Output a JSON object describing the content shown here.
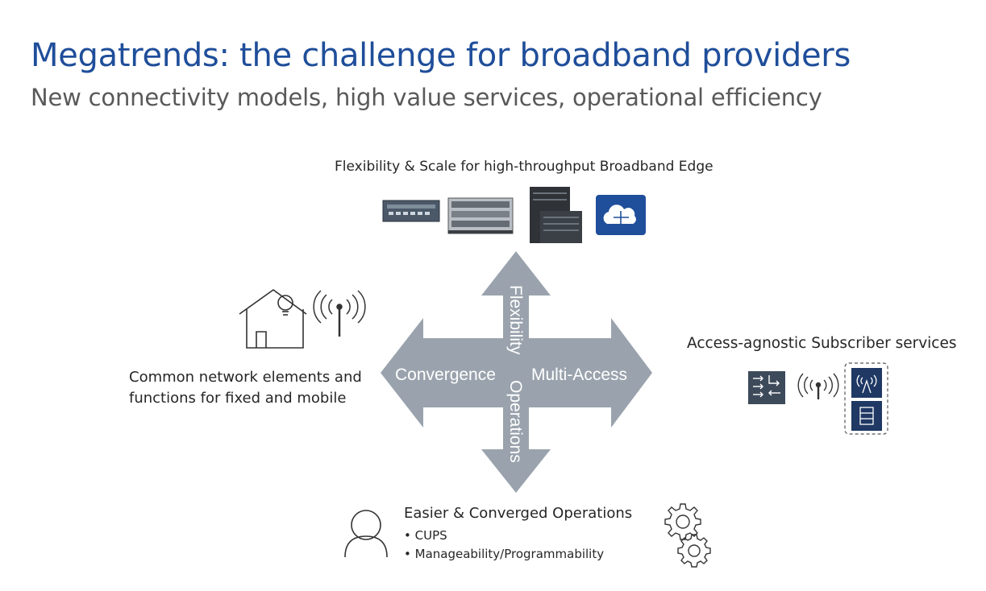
{
  "slide": {
    "title": "Megatrends: the challenge for broadband providers",
    "subtitle": "New connectivity models, high value services, operational efficiency"
  },
  "arrows": {
    "up_label": "Flexibility",
    "down_label": "Operations",
    "left_label": "Convergence",
    "right_label": "Multi-Access",
    "fill_color": "#9aa3ad"
  },
  "top": {
    "label": "Flexibility & Scale for high-throughput Broadband Edge",
    "icons": [
      "router-chassis-icon",
      "router-chassis-icon",
      "router-tower-icon",
      "cloud-router-icon"
    ]
  },
  "left": {
    "lines": [
      "Common network elements and",
      "functions for fixed and mobile"
    ],
    "icons": [
      "home-icon",
      "lightbulb-icon",
      "antenna-icon"
    ]
  },
  "right": {
    "label": "Access-agnostic Subscriber services",
    "icons": [
      "switch-icon",
      "antenna-icon",
      "cell-tower-icon",
      "server-icon"
    ]
  },
  "bottom": {
    "title": "Easier & Converged Operations",
    "bullets": [
      "CUPS",
      "Manageability/Programmability"
    ],
    "icons": [
      "person-icon",
      "gear-icon",
      "gear-icon"
    ]
  },
  "colors": {
    "title": "#1f4e9a",
    "subtitle": "#595959",
    "icon_navy": "#1f3864",
    "cloud_blue": "#1f4e9a"
  }
}
